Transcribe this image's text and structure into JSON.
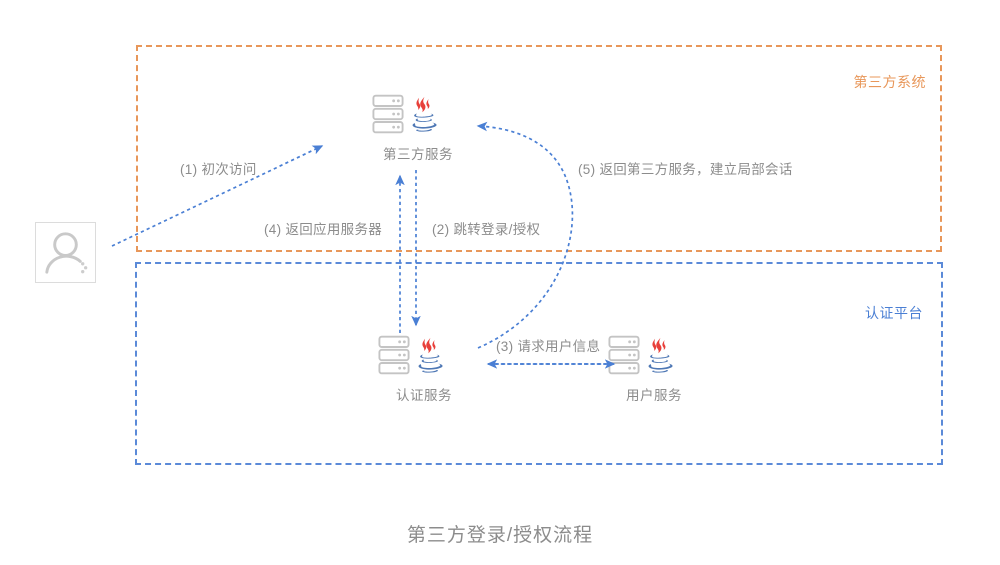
{
  "figure": {
    "title": "第三方登录/授权流程"
  },
  "zones": [
    {
      "id": "third-party-system",
      "label": "第三方系统",
      "color": "#e8975a",
      "border": "dashed"
    },
    {
      "id": "auth-platform",
      "label": "认证平台",
      "color": "#4a7fd4",
      "border": "dashed"
    }
  ],
  "nodes": [
    {
      "id": "user",
      "icon": "user-avatar-icon",
      "label": ""
    },
    {
      "id": "third-party-service",
      "icon": "server-icon + java-icon",
      "label": "第三方服务"
    },
    {
      "id": "auth-service",
      "icon": "server-icon + java-icon",
      "label": "认证服务"
    },
    {
      "id": "user-service",
      "icon": "server-icon + java-icon",
      "label": "用户服务"
    }
  ],
  "steps": [
    {
      "n": "1",
      "label": "(1) 初次访问",
      "from": "user",
      "to": "third-party-service",
      "direction": "one-way"
    },
    {
      "n": "2",
      "label": "(2) 跳转登录/授权",
      "from": "third-party-service",
      "to": "auth-service",
      "direction": "one-way"
    },
    {
      "n": "3",
      "label": "(3) 请求用户信息",
      "from": "auth-service",
      "to": "user-service",
      "direction": "two-way"
    },
    {
      "n": "4",
      "label": "(4) 返回应用服务器",
      "from": "auth-service",
      "to": "third-party-service",
      "direction": "one-way"
    },
    {
      "n": "5",
      "label": "(5) 返回第三方服务，建立局部会话",
      "from": "auth-service",
      "to": "third-party-service",
      "direction": "one-way"
    }
  ],
  "colors": {
    "arrow": "#4a7fd4",
    "third_party_zone": "#e8975a",
    "auth_zone": "#5b8ad8",
    "text_gray": "#8c8c8c",
    "icon_gray": "#c4c4c4",
    "java_red": "#e8403a",
    "java_blue": "#4f78b5",
    "background": "#ffffff"
  }
}
